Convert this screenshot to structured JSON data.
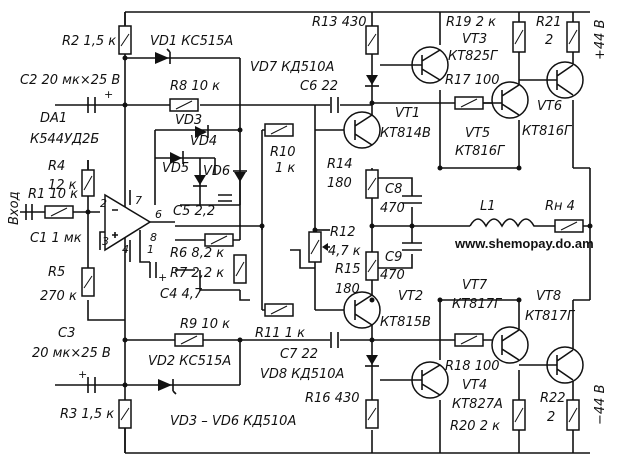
{
  "labels": {
    "r2": "R2  1,5 к",
    "vd1": "VD1  КС515А",
    "r13": "R13  430",
    "r19": "R19  2 к",
    "r21": "R21",
    "r21v": "2",
    "vplus": "+44 В",
    "vt3": "VT3",
    "vt3t": "КТ825Г",
    "c2": "C2  20 мк×25 В",
    "r8": "R8   10 к",
    "vd7": "VD7  КД510А",
    "c6": "C6   22",
    "r17": "R17  100",
    "vt6": "VT6",
    "da1": "DA1",
    "da1t": "К544УД2Б",
    "vd3": "VD3",
    "vd4": "VD4",
    "vt1": "VT1",
    "vt1t": "КТ814В",
    "vt5": "VT5",
    "vt5t": "КТ816Г",
    "vt6t": "КТ816Г",
    "r10": "R10",
    "r10v": "1 к",
    "r4": "R4",
    "r4v": "12 к",
    "vd5": "VD5",
    "vd6": "VD6",
    "r14": "R14",
    "r14v": "180",
    "vhod": "Вход",
    "r1": "R1  10 к",
    "c1": "C1  1 мк",
    "c5": "C5  2,2",
    "c8": "C8",
    "c8v": "470",
    "l1": "L1",
    "rn": "Rн 4",
    "url": "www.shemopay.do.am",
    "r12": "R12",
    "r12v": "4,7 к",
    "r6": "R6  8,2 к",
    "r7": "R7  2,2 к",
    "c9": "C9",
    "c9v": "470",
    "r15": "R15",
    "r15v": "180",
    "r5": "R5",
    "r5v": "270 к",
    "c4": "C4   4,7",
    "vt2": "VT2",
    "vt2t": "КТ815В",
    "vt7": "VT7",
    "vt7t": "КТ817Г",
    "vt8": "VT8",
    "vt8t": "КТ817Г",
    "r9": "R9   10 к",
    "r11": "R11  1 к",
    "c3": "C3",
    "c3v": "20 мк×25 В",
    "vd2": "VD2  КС515А",
    "c7": "C7   22",
    "r18": "R18  100",
    "vd8": "VD8  КД510А",
    "vt4": "VT4",
    "vt4t": "КТ827А",
    "r3": "R3  1,5 к",
    "r16": "R16  430",
    "r22": "R22",
    "r22v": "2",
    "vminus": "−44 В",
    "r20": "R20  2 к",
    "vdnote": "VD3 – VD6   КД510А",
    "pin2": "2",
    "pin3": "3",
    "pin4": "4",
    "pin6": "6",
    "pin7": "7",
    "pin8": "8",
    "pin1": "1"
  }
}
